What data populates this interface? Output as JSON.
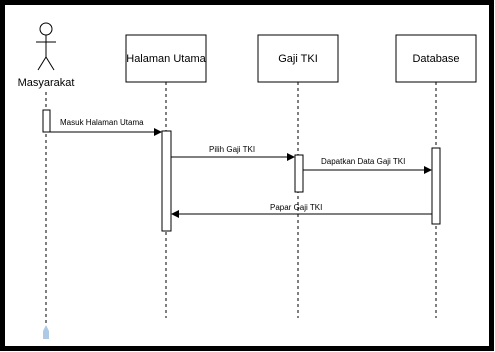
{
  "diagram": {
    "actor": {
      "label": "Masyarakat",
      "icon": "stick-figure-icon"
    },
    "lifelines": [
      {
        "label": "Halaman Utama"
      },
      {
        "label": "Gaji TKI"
      },
      {
        "label": "Database"
      }
    ],
    "messages": [
      {
        "label": "Masuk Halaman Utama",
        "direction": "forward"
      },
      {
        "label": "Pilih Gaji TKI",
        "direction": "forward"
      },
      {
        "label": "Dapatkan Data Gaji TKI",
        "direction": "forward"
      },
      {
        "label": "Papar Gaji TKI",
        "direction": "return"
      }
    ],
    "colors": {
      "border": "#000000",
      "line": "#000000",
      "box_fill": "#ffffff",
      "marker": "#aec9e6"
    }
  }
}
